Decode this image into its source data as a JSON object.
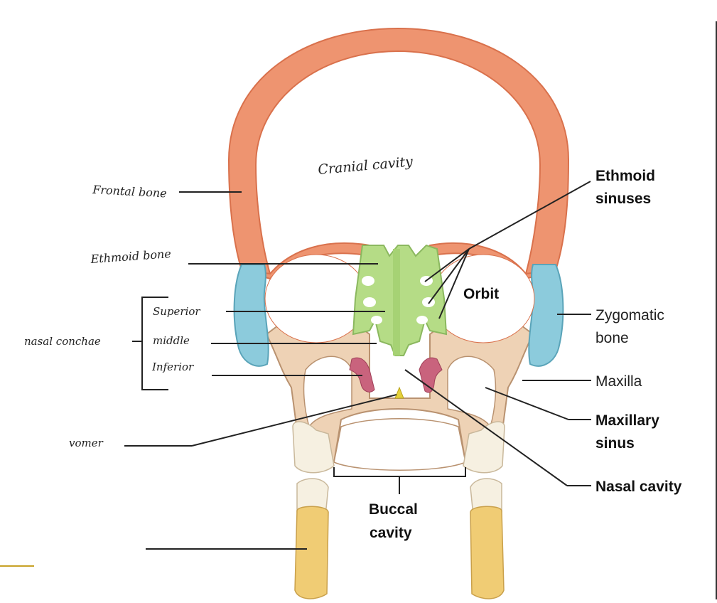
{
  "colors": {
    "frontal": "#ee9470",
    "frontal_dark": "#d9714c",
    "zygomatic": "#8ccbdc",
    "ethmoid": "#b5dc86",
    "maxilla": "#eed2b5",
    "concha": "#c9637d",
    "vomer": "#e5d23c",
    "tooth": "#f6f0e1",
    "root": "#f0cc74",
    "divider": "#c8a227"
  },
  "labels": {
    "cranial_cavity": "Cranial cavity",
    "frontal_bone": "Frontal bone",
    "ethmoid_bone": "Ethmoid bone",
    "nasal_conchae": "nasal conchae",
    "superior": "Superior",
    "middle": "middle",
    "inferior": "Inferior",
    "vomer": "vomer",
    "ethmoid_sinuses_1": "Ethmoid",
    "ethmoid_sinuses_2": "sinuses",
    "orbit": "Orbit",
    "zygomatic_1": "Zygomatic",
    "zygomatic_2": "bone",
    "maxilla": "Maxilla",
    "maxillary_sinus_1": "Maxillary",
    "maxillary_sinus_2": "sinus",
    "nasal_cavity": "Nasal cavity",
    "buccal_cavity_1": "Buccal",
    "buccal_cavity_2": "cavity"
  }
}
